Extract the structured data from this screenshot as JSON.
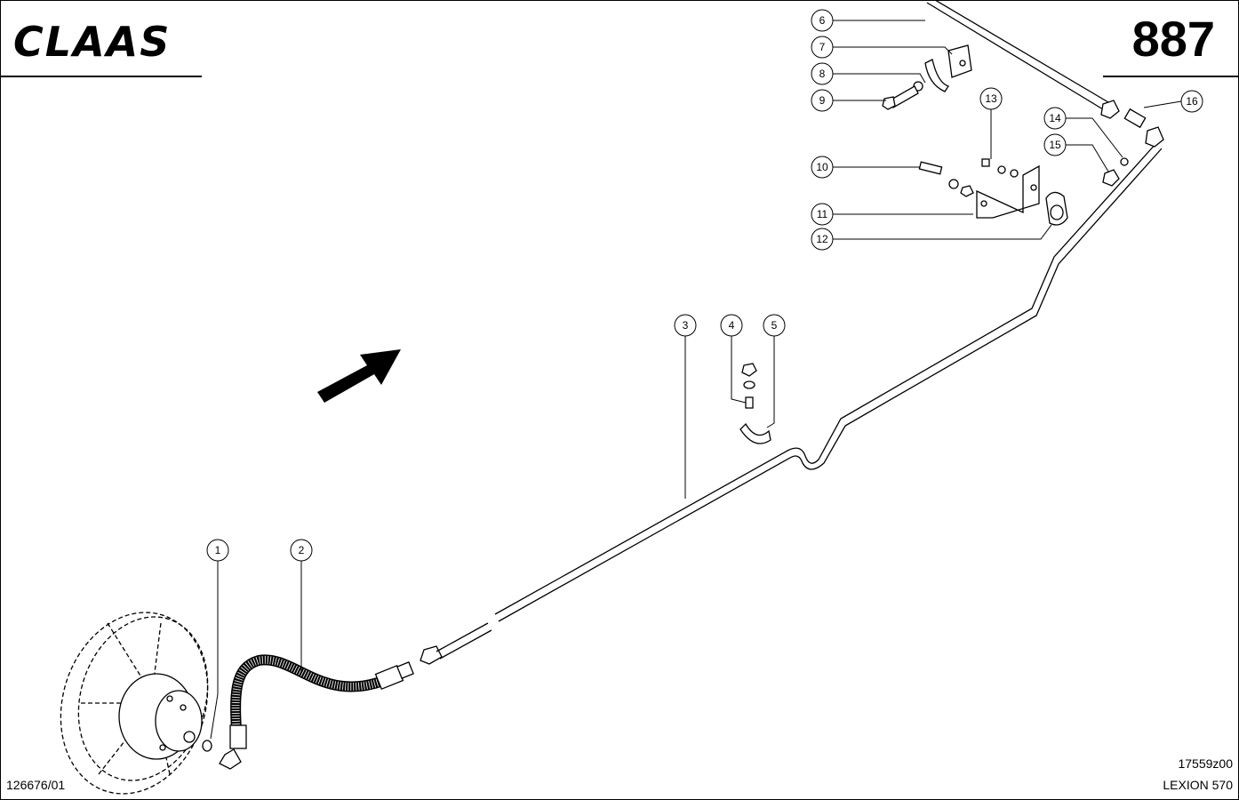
{
  "header": {
    "brand": "CLAAS",
    "page_number": "887"
  },
  "footer": {
    "drawing_number": "126676/01",
    "figure_code": "17559z00",
    "model": "LEXION 570"
  },
  "callouts": [
    "1",
    "2",
    "3",
    "4",
    "5",
    "6",
    "7",
    "8",
    "9",
    "10",
    "11",
    "12",
    "13",
    "14",
    "15",
    "16"
  ],
  "colors": {
    "line": "#000000",
    "background": "#ffffff"
  },
  "icons": [
    "direction-arrow-icon"
  ]
}
